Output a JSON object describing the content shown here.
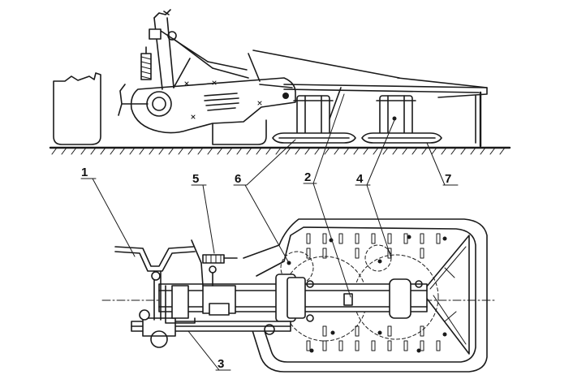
{
  "callouts": {
    "c1": "1",
    "c2": "2",
    "c3": "3",
    "c4": "4",
    "c5": "5",
    "c6": "6",
    "c7": "7"
  },
  "colors": {
    "ink": "#1a1a1a",
    "background": "#ffffff"
  }
}
